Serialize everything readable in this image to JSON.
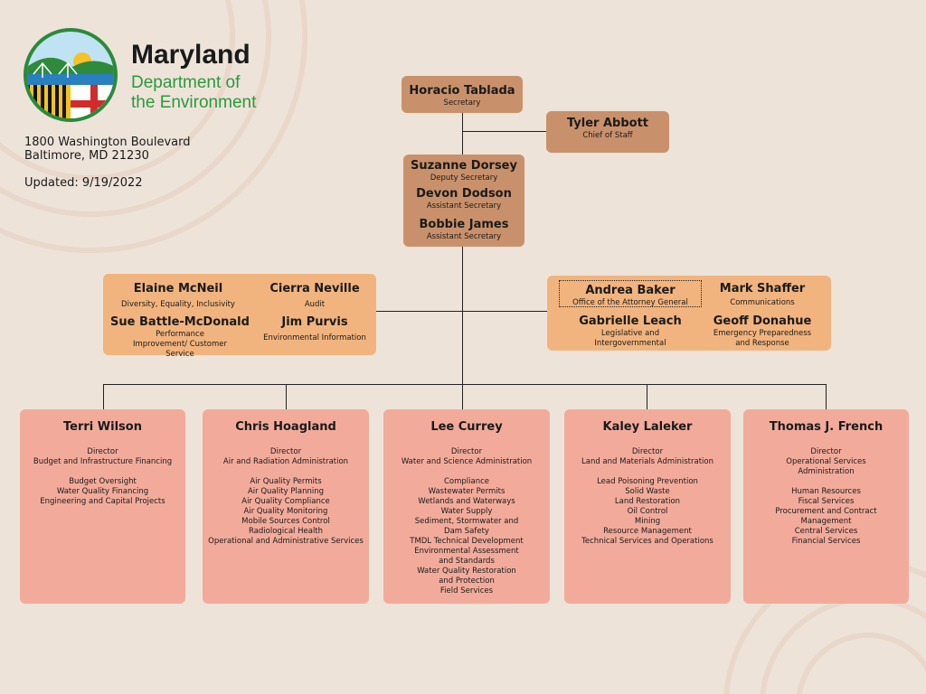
{
  "header": {
    "title": "Maryland",
    "subtitle1": "Department of",
    "subtitle2": "the Environment",
    "address1": "1800 Washington Boulevard",
    "address2": "Baltimore, MD 21230",
    "updated": "Updated: 9/19/2022"
  },
  "top": [
    {
      "name": "Horacio Tablada",
      "title": "Secretary"
    },
    {
      "name": "Tyler Abbott",
      "title": "Chief of Staff"
    }
  ],
  "deputies": [
    {
      "name": "Suzanne Dorsey",
      "title": "Deputy Secretary"
    },
    {
      "name": "Devon Dodson",
      "title": "Assistant Secretary"
    },
    {
      "name": "Bobbie James",
      "title": "Assistant Secretary"
    }
  ],
  "left_group": [
    {
      "name": "Elaine McNeil",
      "title": "Diversity, Equality, Inclusivity"
    },
    {
      "name": "Cierra Neville",
      "title": "Audit"
    },
    {
      "name": "Sue Battle-McDonald",
      "title": "Performance Improvement/ Customer Service"
    },
    {
      "name": "Jim Purvis",
      "title": "Environmental Information"
    }
  ],
  "right_group": [
    {
      "name": "Andrea Baker",
      "title": "Office of the Attorney General"
    },
    {
      "name": "Mark Shaffer",
      "title": "Communications"
    },
    {
      "name": "Gabrielle Leach",
      "title": "Legislative and Intergovernmental"
    },
    {
      "name": "Geoff Donahue",
      "title": "Emergency Preparedness and Response"
    }
  ],
  "directors": [
    {
      "name": "Terri Wilson",
      "role": "Director",
      "admin": "Budget and Infrastructure Financing",
      "units": [
        "Budget Oversight",
        "Water Quality Financing",
        "Engineering and Capital Projects"
      ]
    },
    {
      "name": "Chris Hoagland",
      "role": "Director",
      "admin": "Air and Radiation Administration",
      "units": [
        "Air Quality Permits",
        "Air Quality Planning",
        "Air Quality Compliance",
        "Air Quality Monitoring",
        "Mobile Sources Control",
        "Radiological Health",
        "Operational and Administrative Services"
      ]
    },
    {
      "name": "Lee Currey",
      "role": "Director",
      "admin": "Water and Science Administration",
      "units": [
        "Compliance",
        "Wastewater Permits",
        "Wetlands and Waterways",
        "Water Supply",
        "Sediment, Stormwater and Dam Safety",
        "TMDL Technical Development",
        "Environmental Assessment and Standards",
        "Water Quality Restoration and Protection",
        "Field Services"
      ]
    },
    {
      "name": "Kaley Laleker",
      "role": "Director",
      "admin": "Land and Materials Administration",
      "units": [
        "Lead Poisoning Prevention",
        "Solid Waste",
        "Land Restoration",
        "Oil Control",
        "Mining",
        "Resource Management",
        "Technical Services and Operations"
      ]
    },
    {
      "name": "Thomas J. French",
      "role": "Director",
      "admin": "Operational Services Administration",
      "units": [
        "Human Resources",
        "Fiscal Services",
        "Procurement and Contract Management",
        "Central Services",
        "Financial Services"
      ]
    }
  ]
}
